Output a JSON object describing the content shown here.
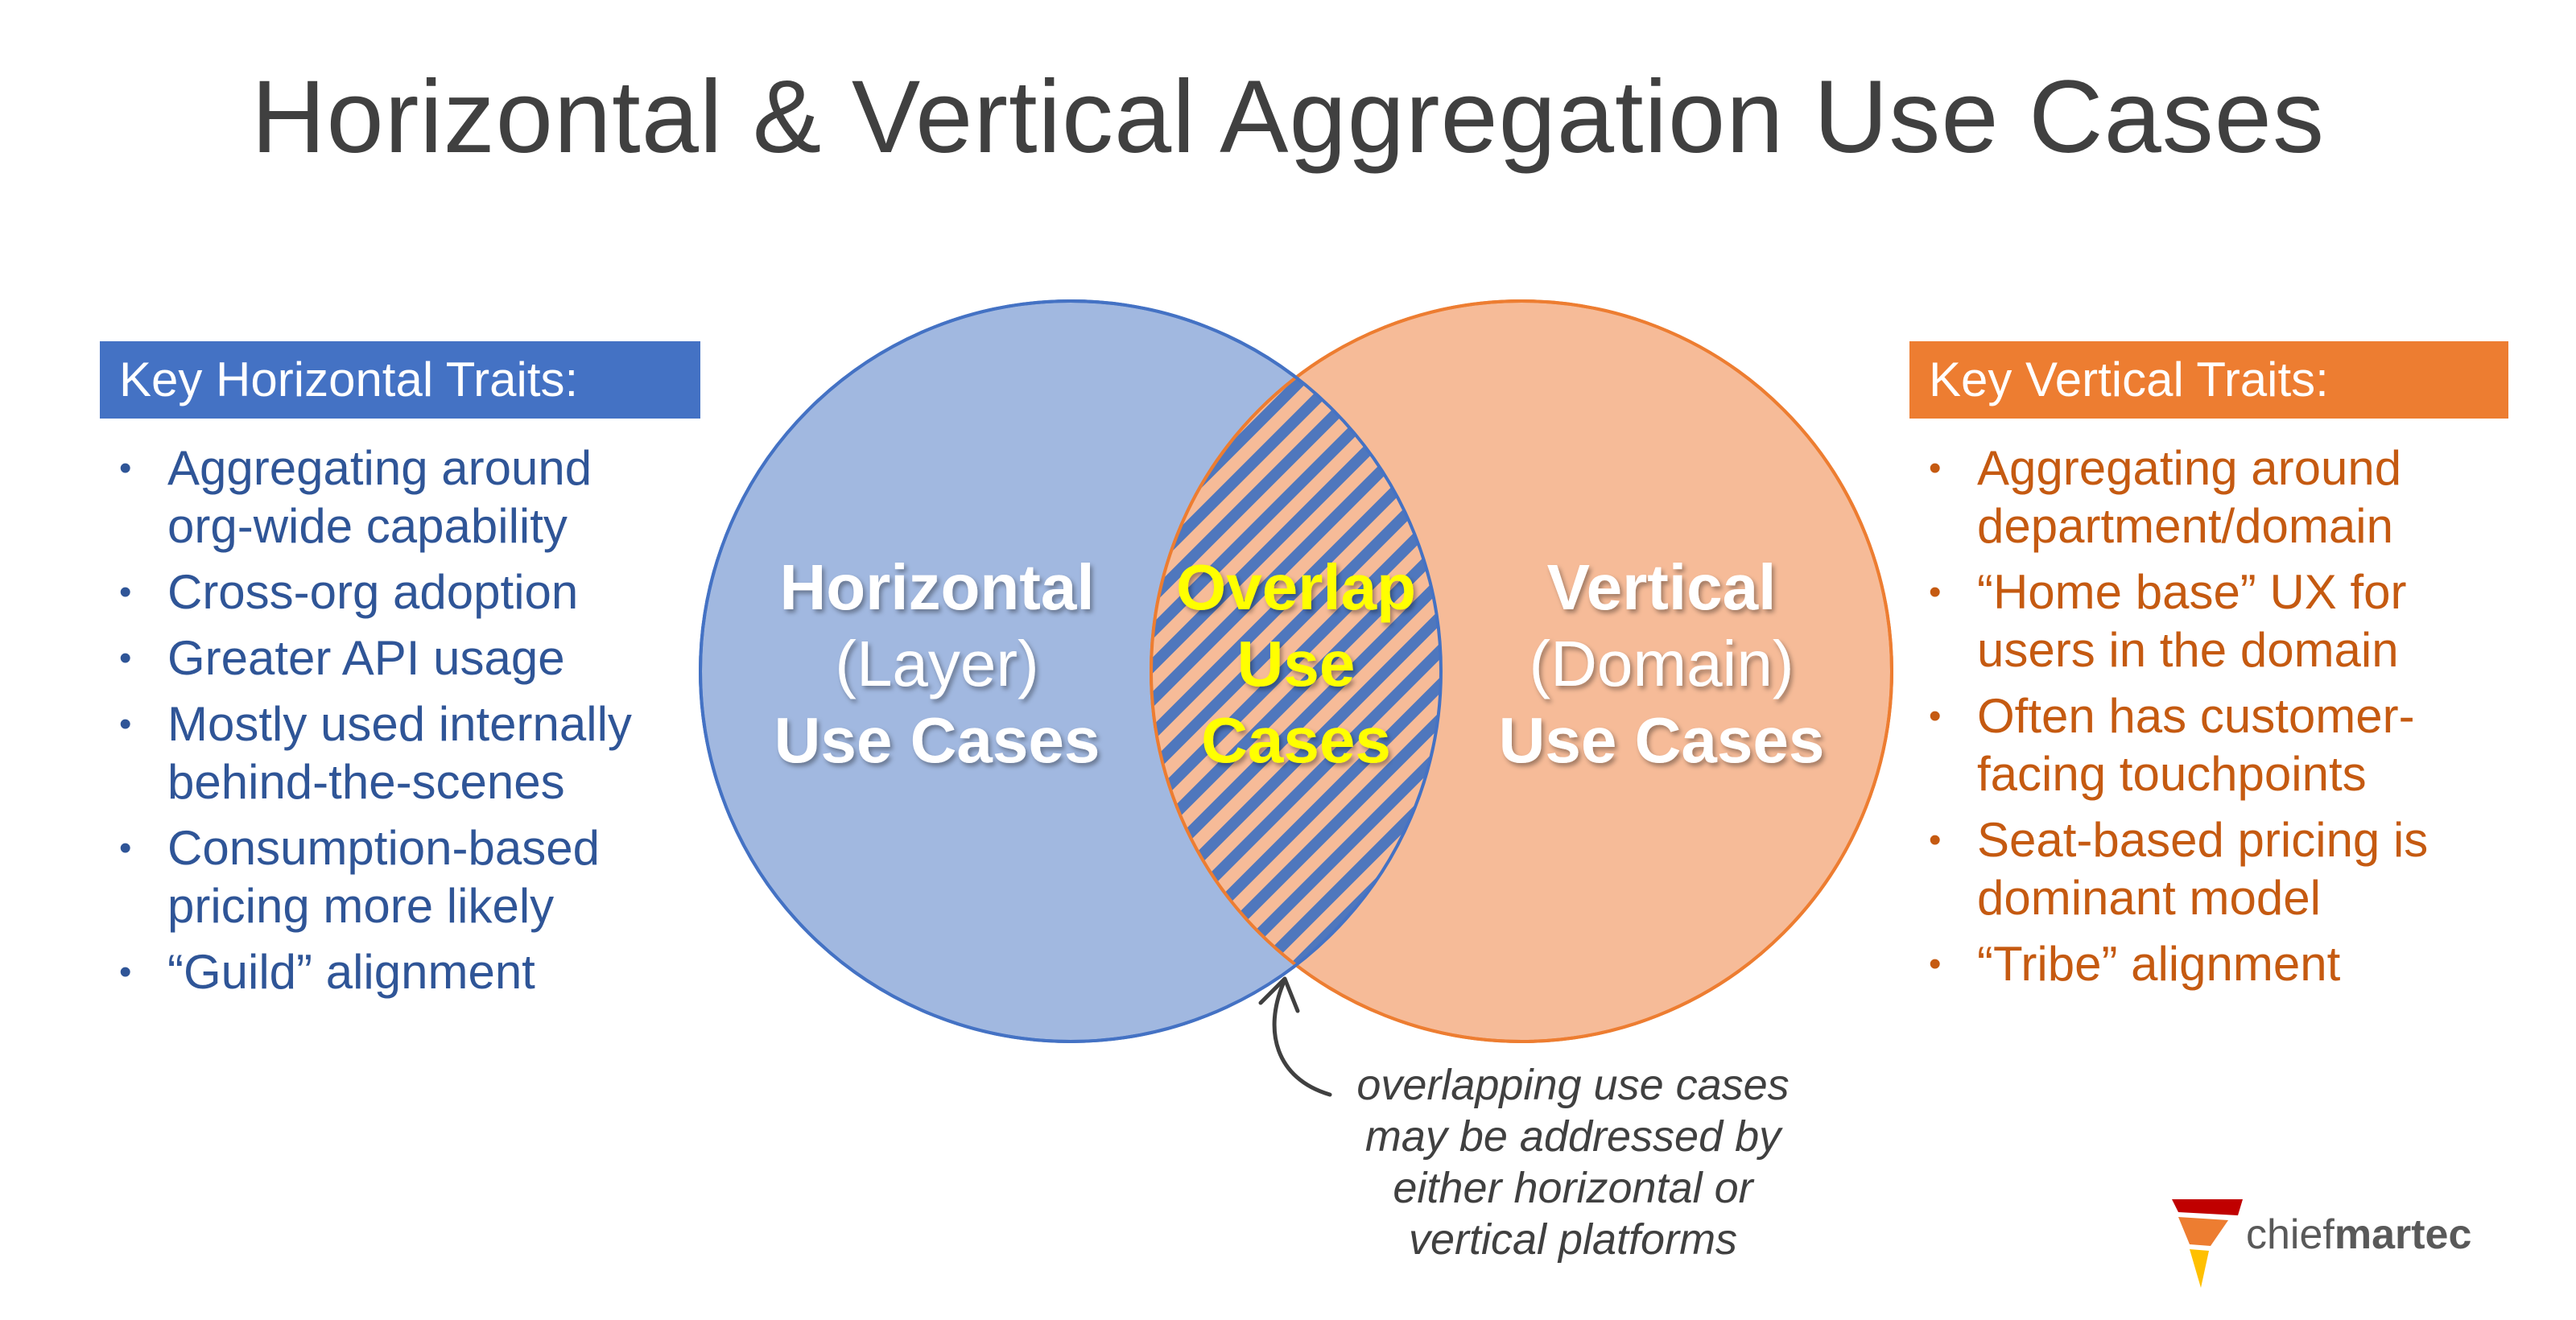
{
  "title": "Horizontal & Vertical Aggregation Use Cases",
  "left_panel": {
    "header": "Key Horizontal Traits:",
    "items": [
      [
        "Aggregating around",
        "org-wide capability"
      ],
      [
        "Cross-org adoption"
      ],
      [
        "Greater API usage"
      ],
      [
        "Mostly used internally",
        "behind-the-scenes"
      ],
      [
        "Consumption-based",
        "pricing more likely"
      ],
      [
        "“Guild” alignment"
      ]
    ]
  },
  "right_panel": {
    "header": "Key Vertical Traits:",
    "items": [
      [
        "Aggregating around",
        "department/domain"
      ],
      [
        "“Home base” UX for",
        "users in the domain"
      ],
      [
        "Often has customer-",
        "facing touchpoints"
      ],
      [
        "Seat-based pricing is",
        "dominant model"
      ],
      [
        "“Tribe” alignment"
      ]
    ]
  },
  "venn": {
    "left": {
      "line1": "Horizontal",
      "line2": "(Layer)",
      "line3": "Use Cases"
    },
    "overlap": {
      "line1": "Overlap",
      "line2": "Use",
      "line3": "Cases"
    },
    "right": {
      "line1": "Vertical",
      "line2": "(Domain)",
      "line3": "Use Cases"
    }
  },
  "annotation": [
    "overlapping use cases",
    "may be addressed by",
    "either horizontal or",
    "vertical platforms"
  ],
  "logo": {
    "light": "chief",
    "bold": "martec"
  },
  "colors": {
    "horizontal_fill": "#a1b8e0",
    "horizontal_stroke": "#4472c4",
    "horizontal_text": "#2f5597",
    "vertical_fill": "#f6bb98",
    "vertical_stroke": "#ed7d31",
    "vertical_text": "#c55a11",
    "overlap_text": "#ffff00",
    "title_text": "#404040"
  }
}
